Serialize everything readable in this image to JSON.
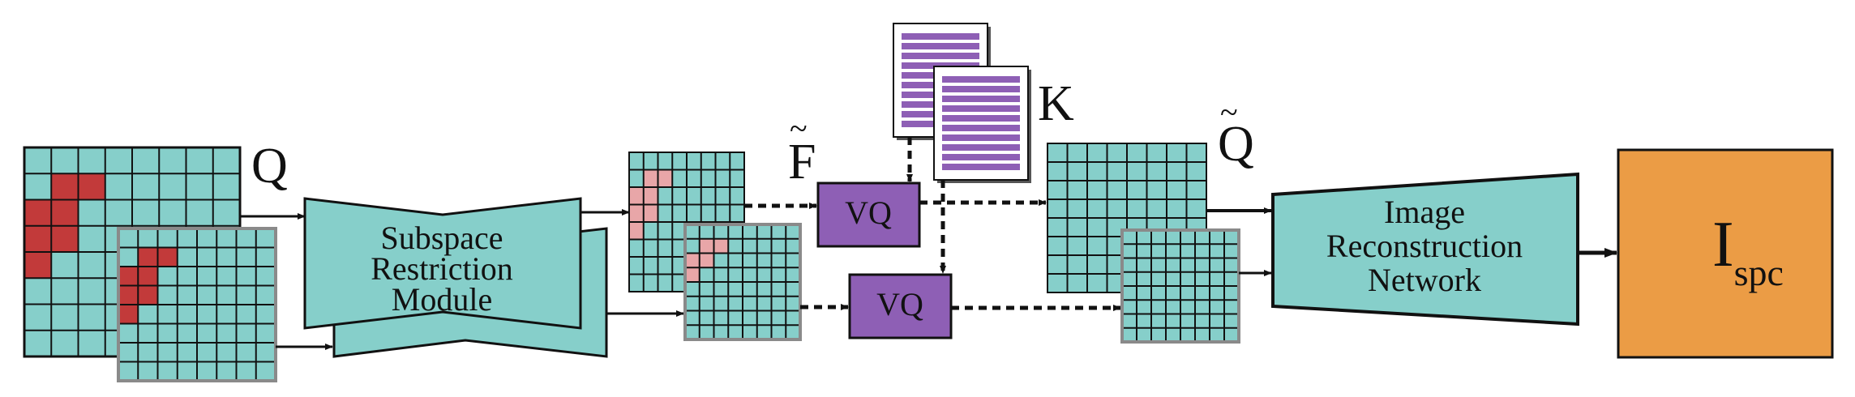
{
  "colors": {
    "teal": "#86cfca",
    "red": "#c23a3a",
    "pink": "#e8a6a8",
    "purple": "#8e5fb5",
    "orange": "#eb9c45",
    "grid_line": "#111111",
    "gray_border": "#8a8a8a"
  },
  "labels": {
    "Q": "Q",
    "F_tilde": "F",
    "K": "K",
    "Q_tilde": "Q",
    "tilde": "~",
    "vq_top": "VQ",
    "vq_bottom": "VQ",
    "output_main": "I",
    "output_sub": "spc"
  },
  "subspace_module": {
    "lines": [
      "Subspace",
      "Restriction",
      "Module"
    ]
  },
  "reconstruction_network": {
    "lines": [
      "Image",
      "Reconstruction",
      "Network"
    ]
  },
  "query_grid_large": {
    "rows": 8,
    "cols": 8,
    "highlight": "red",
    "cells": [
      [
        1,
        1
      ],
      [
        1,
        2
      ],
      [
        2,
        0
      ],
      [
        2,
        1
      ],
      [
        3,
        0
      ],
      [
        3,
        1
      ],
      [
        4,
        0
      ]
    ]
  },
  "query_grid_small": {
    "rows": 8,
    "cols": 8,
    "highlight": "red",
    "cells": [
      [
        1,
        1
      ],
      [
        1,
        2
      ],
      [
        2,
        1
      ],
      [
        2,
        0
      ],
      [
        3,
        0
      ],
      [
        3,
        1
      ],
      [
        4,
        0
      ]
    ]
  },
  "feature_grid_top": {
    "rows": 8,
    "cols": 8,
    "highlight": "pink",
    "cells": [
      [
        1,
        1
      ],
      [
        1,
        2
      ],
      [
        2,
        0
      ],
      [
        2,
        1
      ],
      [
        3,
        0
      ],
      [
        3,
        1
      ],
      [
        4,
        0
      ]
    ]
  },
  "feature_grid_bottom": {
    "rows": 8,
    "cols": 8,
    "highlight": "pink",
    "cells": [
      [
        1,
        1
      ],
      [
        1,
        2
      ],
      [
        2,
        0
      ],
      [
        2,
        1
      ],
      [
        3,
        0
      ]
    ]
  },
  "quantized_grid_top": {
    "rows": 8,
    "cols": 8,
    "highlight": "none",
    "cells": []
  },
  "quantized_grid_bottom": {
    "rows": 8,
    "cols": 8,
    "highlight": "none",
    "cells": []
  },
  "codebook_pages": {
    "bars_per_page": 10,
    "icon": "document-stack-icon"
  }
}
